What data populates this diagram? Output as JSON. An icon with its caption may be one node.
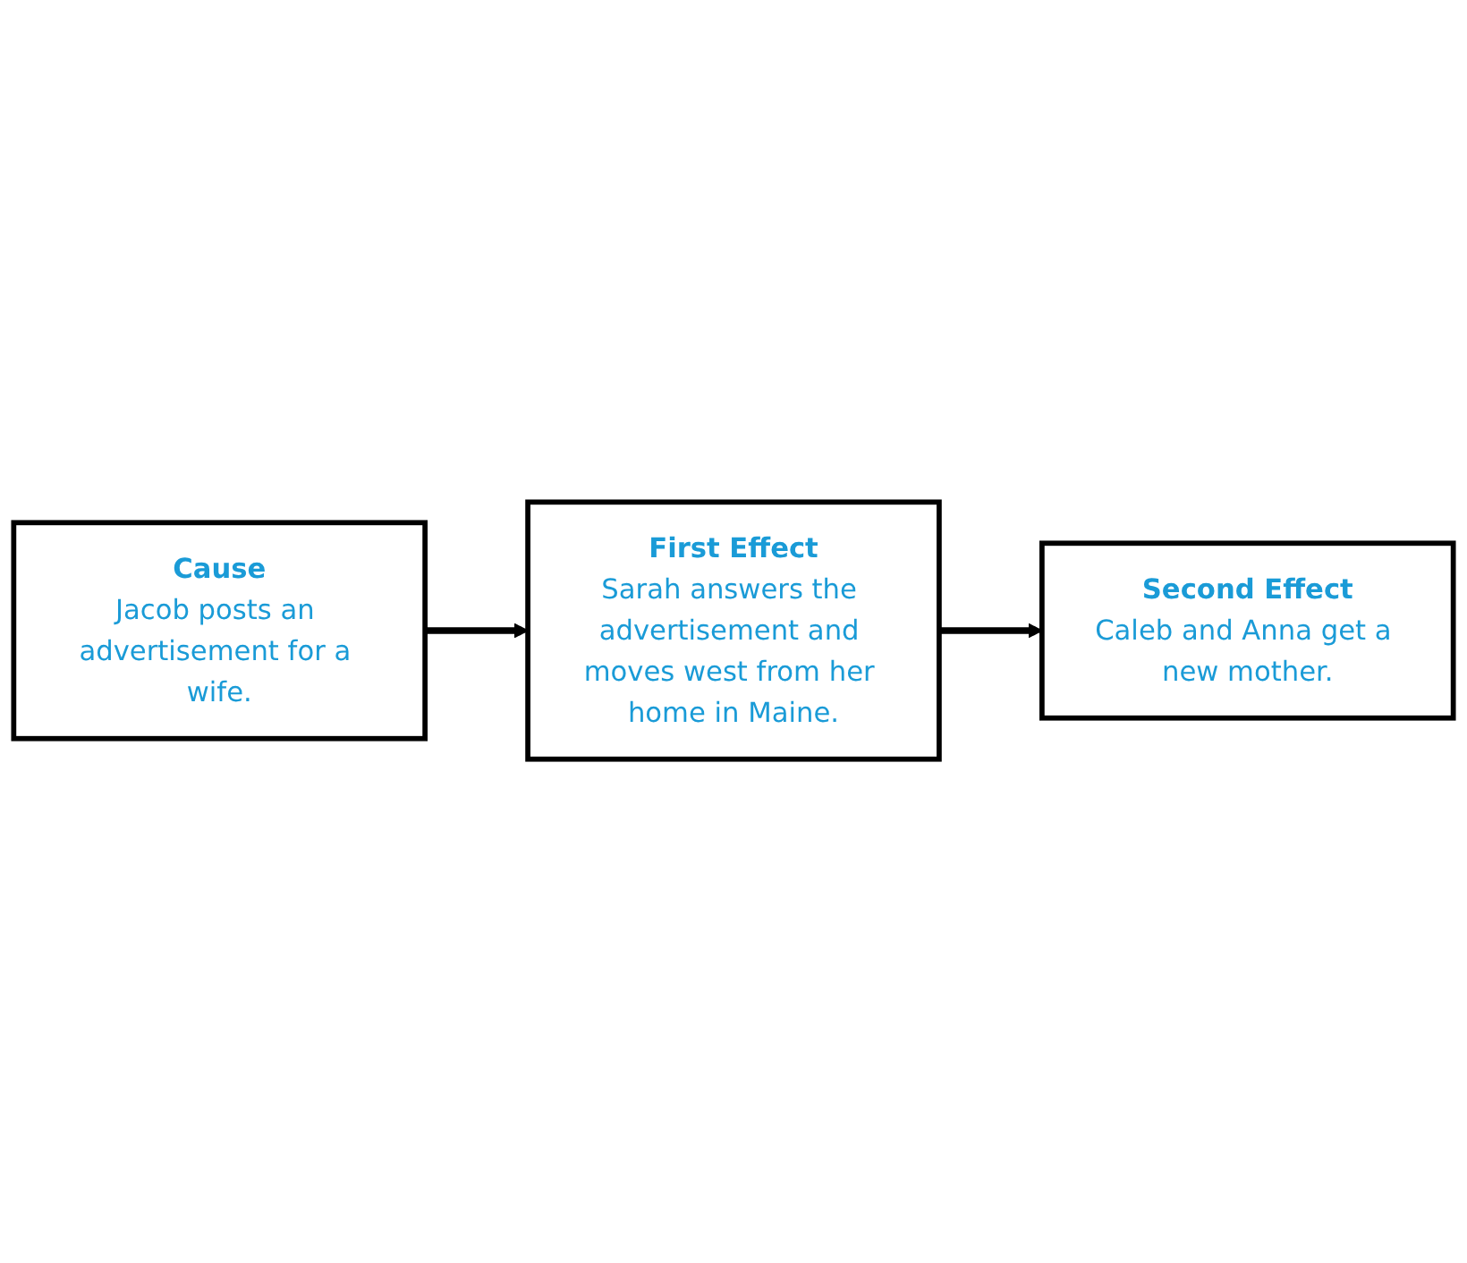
{
  "diagram": {
    "nodes": [
      {
        "text": [
          "Cause",
          "Jacob posts an advertisement for a wife."
        ]
      },
      {
        "text": [
          "First Effect",
          "Sarah answers the advertisement and moves west from her home in Maine."
        ]
      },
      {
        "text": [
          "Second Effect",
          "Caleb and Anna get a new mother."
        ]
      }
    ],
    "edges": [
      {
        "from": 0,
        "to": 1,
        "arrow": "to"
      },
      {
        "from": 1,
        "to": 2,
        "arrow": "to"
      }
    ]
  }
}
